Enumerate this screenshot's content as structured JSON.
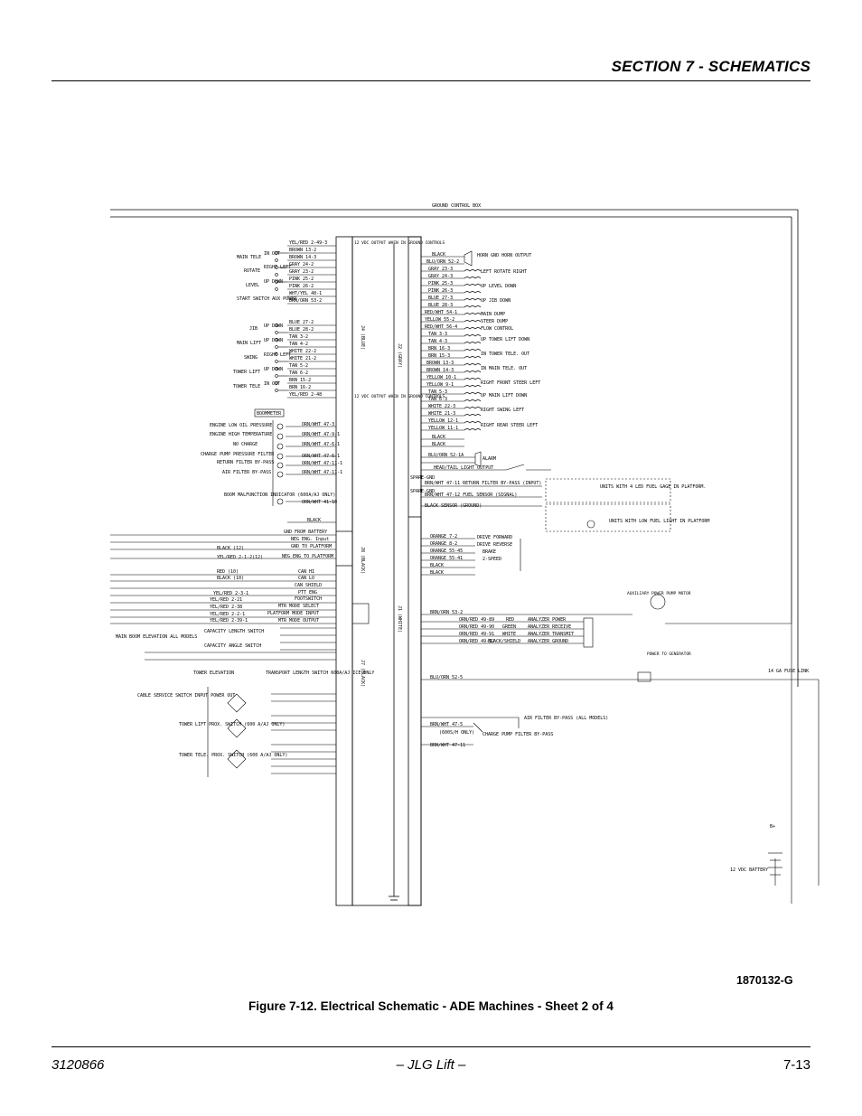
{
  "header": {
    "section_title": "SECTION 7 - SCHEMATICS"
  },
  "schematic": {
    "box_title": "GROUND CONTROL BOX",
    "j4_label": "J4 (BLUE)",
    "j2_label": "J2 (GRAY)",
    "j8_label": "J8 (BLACK)",
    "j7_label": "J7 (BLACK)",
    "j1_label": "J1 (WHITE)",
    "vdc_top": "12 VDC OUTPUT WHEN IN GROUND CONTROLS",
    "vdc_mid": "12 VDC OUTPUT WHEN IN GROUND CONTROLS",
    "left_functions": [
      {
        "name": "MAIN TELE",
        "dirs": "IN OUT"
      },
      {
        "name": "ROTATE",
        "dirs": "RIGHT LEFT"
      },
      {
        "name": "LEVEL",
        "dirs": "UP DOWN"
      },
      {
        "name": "START SWITCH AUX POWER",
        "dirs": ""
      },
      {
        "name": "JIB",
        "dirs": "UP DOWN"
      },
      {
        "name": "MAIN LIFT",
        "dirs": "UP DOWN"
      },
      {
        "name": "SWING",
        "dirs": "RIGHT LEFT"
      },
      {
        "name": "TOWER LIFT",
        "dirs": "UP DOWN"
      },
      {
        "name": "TOWER TELE",
        "dirs": "IN OUT"
      }
    ],
    "j4_wires": [
      "YEL/RED 2-49-3",
      "BROWN 13-2",
      "BROWN 14-3",
      "GRAY 24-2",
      "GRAY 23-2",
      "PINK 25-2",
      "PINK 26-2",
      "WHT/YEL 48-1",
      "BRN/ORN 53-2",
      "BLUE 27-2",
      "BLUE 28-2",
      "TAN 3-2",
      "TAN 4-2",
      "WHITE 22-2",
      "WHITE 21-2",
      "TAN 5-2",
      "TAN 6-2",
      "BRN 15-2",
      "BRN 16-2",
      "YEL/RED 2-48"
    ],
    "indicators": [
      {
        "name": "BOOMMETER",
        "wire": ""
      },
      {
        "name": "ENGINE LOW OIL PRESSURE",
        "wire": "ORN/WHT 47-3"
      },
      {
        "name": "ENGINE HIGH TEMPERATURE",
        "wire": "ORN/WHT 47-9-1"
      },
      {
        "name": "NO CHARGE",
        "wire": "ORN/WHT 47-6-1"
      },
      {
        "name": "CHARGE PUMP PRESSURE FILTER",
        "wire": "ORN/WHT 47-6-1"
      },
      {
        "name": "RETURN FILTER BY-PASS",
        "wire": "ORN/WHT 47-11-1"
      },
      {
        "name": "AIR FILTER BY-PASS",
        "wire": "ORN/WHT 47-11-1"
      },
      {
        "name": "BOOM MALFUNCTION INDICATOR (600A/AJ ONLY)",
        "wire": "ORN/WHT 41-10"
      }
    ],
    "black_label": "BLACK",
    "j8_wires": [
      "GND FROM BATTERY",
      "NEG ENG. Input",
      "GND TO PLATFORM",
      "NEG ENG TO PLATFORM"
    ],
    "j8_left": [
      "BLACK (12)",
      "YEL/RED 2-1-2(12)"
    ],
    "j7_wires": [
      "CAN HI",
      "CAN LO",
      "CAN SHIELD",
      "PTT ENG",
      "FOOTSWITCH",
      "MTR MODE SELECT",
      "PLATFORM MODE INPUT",
      "MTR MODE OUTPUT"
    ],
    "j7_left": [
      "RED (10)",
      "BLACK (10)",
      "YEL/RED 2-3-1",
      "YEL/RED 2-21",
      "YEL/RED 2-38",
      "YEL/RED 2-2-1",
      "YEL/RED 2-39-1"
    ],
    "switches": [
      {
        "name": "CAPACITY LENGTH SWITCH"
      },
      {
        "name": "MAIN BOOM ELEVATION ALL MODELS"
      },
      {
        "name": "CAPACITY ANGLE SWITCH"
      },
      {
        "name": "TOWER ELEVATION"
      },
      {
        "name": "TRANSPORT LENGTH SWITCH 600A/AJ ICE ONLY"
      },
      {
        "name": "CABLE SERVICE SWITCH INPUT POWER OUT"
      },
      {
        "name": "TOWER LIFT PROX. SWITCH (600 A/AJ ONLY)"
      },
      {
        "name": "TOWER TELE. PROX. SWITCH (600 A/AJ ONLY)"
      }
    ],
    "j2_wires": [
      "BLACK",
      "BLU/ORN 52-2",
      "GRAY 23-3",
      "GRAY 24-3",
      "PINK 25-3",
      "PINK 26-3",
      "BLUE 27-3",
      "BLUE 28-3",
      "RED/WHT 54-1",
      "YELLOW 55-2",
      "RED/WHT 56-4",
      "TAN 3-3",
      "TAN 4-3",
      "BRN 16-3",
      "BRN 15-3",
      "BROWN 13-3",
      "BROWN 14-3",
      "YELLOW 10-1",
      "YELLOW 9-1",
      "TAN 5-3",
      "TAN 6-3",
      "WHITE 22-3",
      "WHITE 21-3",
      "YELLOW 12-1",
      "YELLOW 11-1",
      "BLACK",
      "BLACK"
    ],
    "valves": [
      {
        "name": "HORN GND HORN OUTPUT"
      },
      {
        "name": "LEFT ROTATE RIGHT"
      },
      {
        "name": "UP LEVEL DOWN"
      },
      {
        "name": "UP JIB DOWN"
      },
      {
        "name": "MAIN DUMP"
      },
      {
        "name": "STEER DUMP"
      },
      {
        "name": "FLOW CONTROL"
      },
      {
        "name": "UP TOWER LIFT DOWN"
      },
      {
        "name": "IN TOWER TELE. OUT"
      },
      {
        "name": "IN MAIN TELE. OUT"
      },
      {
        "name": "RIGHT FRONT STEER LEFT"
      },
      {
        "name": "UP MAIN LIFT DOWN"
      },
      {
        "name": "RIGHT SWING LEFT"
      },
      {
        "name": "RIGHT REAR STEER LEFT"
      }
    ],
    "alarm_wire": "BLU/ORN 52-1A",
    "alarm_label": "ALARM",
    "head_tail": "HEAD/TAIL LIGHT OUTPUT",
    "spare_1": "SPARE-GND",
    "spare_2": "SPARE-GND",
    "return_filter": "BRN/WHT 47-11 RETURN FILTER BY-PASS (INPUT)",
    "fuel_signal": "BRN/WHT 47-12 FUEL SENSOR (SIGNAL)",
    "fuel_ground": "BLACK SENSOR (GROUND)",
    "units_led": "UNITS WITH 4 LED FUEL GAGE IN PLATFORM.",
    "units_low": "UNITS WITH LOW FUEL LIGHT IN PLATFORM",
    "drive_wires": [
      "ORANGE 7-2",
      "ORANGE 8-2",
      "ORANGE 55-45",
      "ORANGE 55-41",
      "BLACK",
      "BLACK"
    ],
    "drive_labels": [
      "DRIVE FORWARD",
      "DRIVE REVERSE",
      "BRAKE",
      "2-SPEED"
    ],
    "j1_wires": [
      "BRN/ORN 53-2",
      "ORN/RED 49-89",
      "ORN/RED 49-90",
      "ORN/RED 49-91",
      "ORN/RED 49-92"
    ],
    "analyzer": [
      "RED",
      "GREEN",
      "WHITE",
      "BLACK/SHIELD",
      "ANALYZER POWER",
      "ANALYZER RECEIVE",
      "ANALYZER TRANSMIT",
      "ANALYZER GROUND"
    ],
    "aux_pump": "AUXILIARY POWER PUMP MOTOR",
    "power_to_gen": "POWER TO GENERATOR",
    "blu_orn": "BLU/ORN 52-5",
    "fuse": "14 GA FUSE LINK",
    "air_filter": "AIR FILTER BY-PASS (ALL MODELS)",
    "brn_wht_5": "BRN/WHT 47-5",
    "charge_filter": "CHARGE PUMP FILTER BY-PASS",
    "sixty": "(600S/H ONLY)",
    "brn_wht_11": "BRN/WHT 47-11",
    "battery_ref": "B+",
    "battery": "12 VDC BATTERY"
  },
  "drawing_number": "1870132-G",
  "figure_caption": "Figure 7-12.  Electrical Schematic - ADE Machines - Sheet 2 of 4",
  "footer": {
    "left": "3120866",
    "center": "– JLG Lift –",
    "right": "7-13"
  }
}
